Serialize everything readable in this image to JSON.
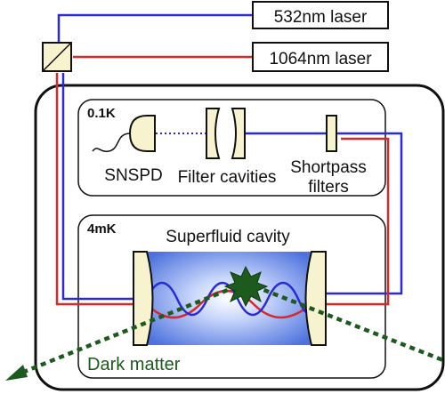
{
  "lasers": {
    "green_label": "532nm laser",
    "ir_label": "1064nm laser"
  },
  "stages": {
    "cold_label": "0.1K",
    "mk_label": "4mK"
  },
  "components": {
    "snspd": "SNSPD",
    "filter_cavities": "Filter cavities",
    "shortpass_line1": "Shortpass",
    "shortpass_line2": "filters",
    "superfluid_cavity": "Superfluid cavity"
  },
  "annotations": {
    "dark_matter": "Dark matter"
  },
  "colors": {
    "blue_beam": "#2b2bd6",
    "red_beam": "#d42a2a",
    "mirror_fill": "#f8f3cf",
    "dark_matter": "#1d5a1d",
    "fluid_blue": "#5a7fe0"
  }
}
